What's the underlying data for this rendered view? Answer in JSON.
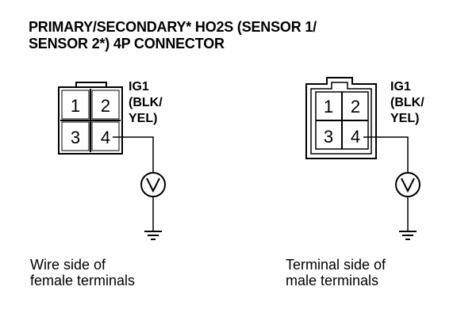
{
  "title": {
    "line1": "PRIMARY/SECONDARY* HO2S (SENSOR 1/",
    "line2": "SENSOR 2*) 4P CONNECTOR"
  },
  "left_connector": {
    "pins": [
      "1",
      "2",
      "3",
      "4"
    ],
    "label_line1": "IG1",
    "label_line2": "(BLK/",
    "label_line3": "YEL)",
    "caption_line1": "Wire side of",
    "caption_line2": "female terminals"
  },
  "right_connector": {
    "pins": [
      "1",
      "2",
      "3",
      "4"
    ],
    "label_line1": "IG1",
    "label_line2": "(BLK/",
    "label_line3": "YEL)",
    "caption_line1": "Terminal side of",
    "caption_line2": "male terminals"
  },
  "icons": [
    "voltmeter-icon",
    "ground-icon"
  ]
}
